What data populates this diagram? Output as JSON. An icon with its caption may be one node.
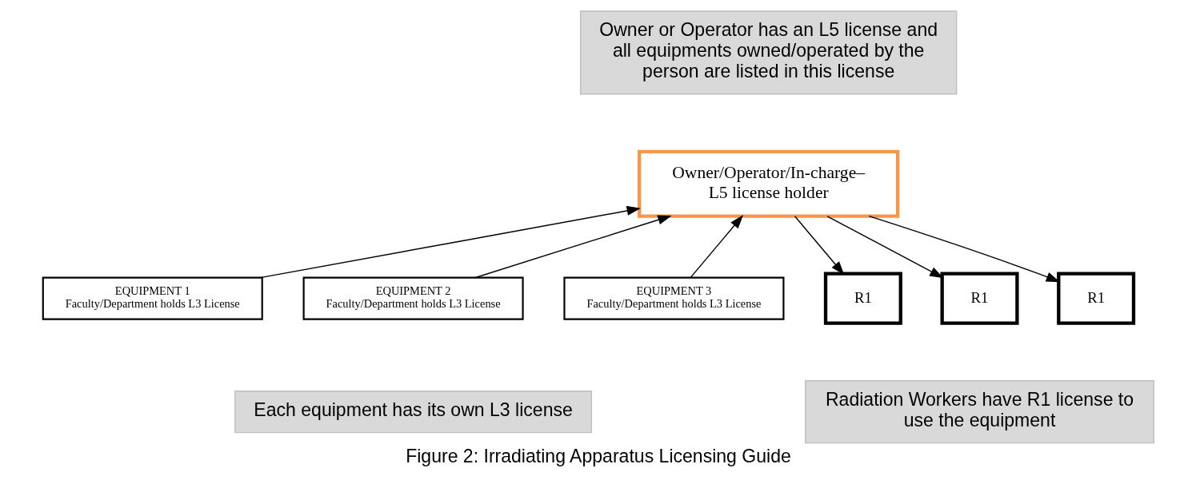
{
  "diagram": {
    "caption": "Figure 2: Irradiating Apparatus Licensing Guide",
    "nodes": [
      {
        "text": [
          "Owner or Operator has an L5 license and all equipments owned/operated by the person are listed in this license"
        ]
      },
      {
        "text": [
          "Owner/Operator/In-charge– L5 license holder"
        ]
      },
      {
        "text": [
          "EQUIPMENT 1",
          "Faculty/Department holds L3 License"
        ]
      },
      {
        "text": [
          "EQUIPMENT 2",
          "Faculty/Department holds L3 License"
        ]
      },
      {
        "text": [
          "EQUIPMENT 3",
          "Faculty/Department holds L3 License"
        ]
      },
      {
        "text": [
          "R1"
        ]
      },
      {
        "text": [
          "R1"
        ]
      },
      {
        "text": [
          "R1"
        ]
      },
      {
        "text": [
          "Each equipment has its own L3 license"
        ]
      },
      {
        "text": [
          "Radiation Workers have R1 license to use the equipment"
        ]
      }
    ],
    "edges": [
      {
        "from": 2,
        "to": 1,
        "arrow": "to"
      },
      {
        "from": 3,
        "to": 1,
        "arrow": "to"
      },
      {
        "from": 4,
        "to": 1,
        "arrow": "to"
      },
      {
        "from": 1,
        "to": 5,
        "arrow": "to"
      },
      {
        "from": 1,
        "to": 6,
        "arrow": "to"
      },
      {
        "from": 1,
        "to": 7,
        "arrow": "to"
      }
    ]
  }
}
